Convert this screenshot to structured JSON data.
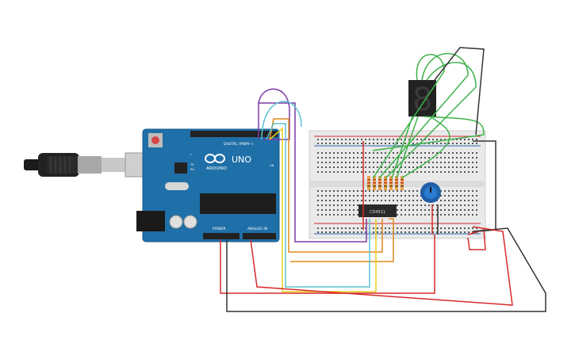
{
  "board": {
    "brand": "ARDUINO",
    "model": "UNO",
    "digital_label": "DIGITAL (PWM~)",
    "power_label": "POWER",
    "analog_label": "ANALOG IN",
    "tx_label": "TX",
    "rx_label": "RX",
    "on_label": "ON",
    "l_label": "L"
  },
  "chip": {
    "label": "CD4511"
  },
  "colors": {
    "board_blue": "#1f6fa8",
    "breadboard": "#e9e9e9",
    "rail_red": "#d9262c",
    "rail_blue": "#2a66b0",
    "wire_red": "#d62a2a",
    "wire_black": "#333333",
    "wire_green": "#3fb24a",
    "wire_purple": "#7b3aa8",
    "wire_orange": "#e08a1a",
    "wire_yellow": "#e8cf1e",
    "wire_cyan": "#5ac3d0"
  },
  "display": {
    "digit": "8"
  },
  "icons": [
    "usb-cable-icon",
    "reset-button-icon",
    "potentiometer-icon",
    "seven-segment-display-icon"
  ]
}
